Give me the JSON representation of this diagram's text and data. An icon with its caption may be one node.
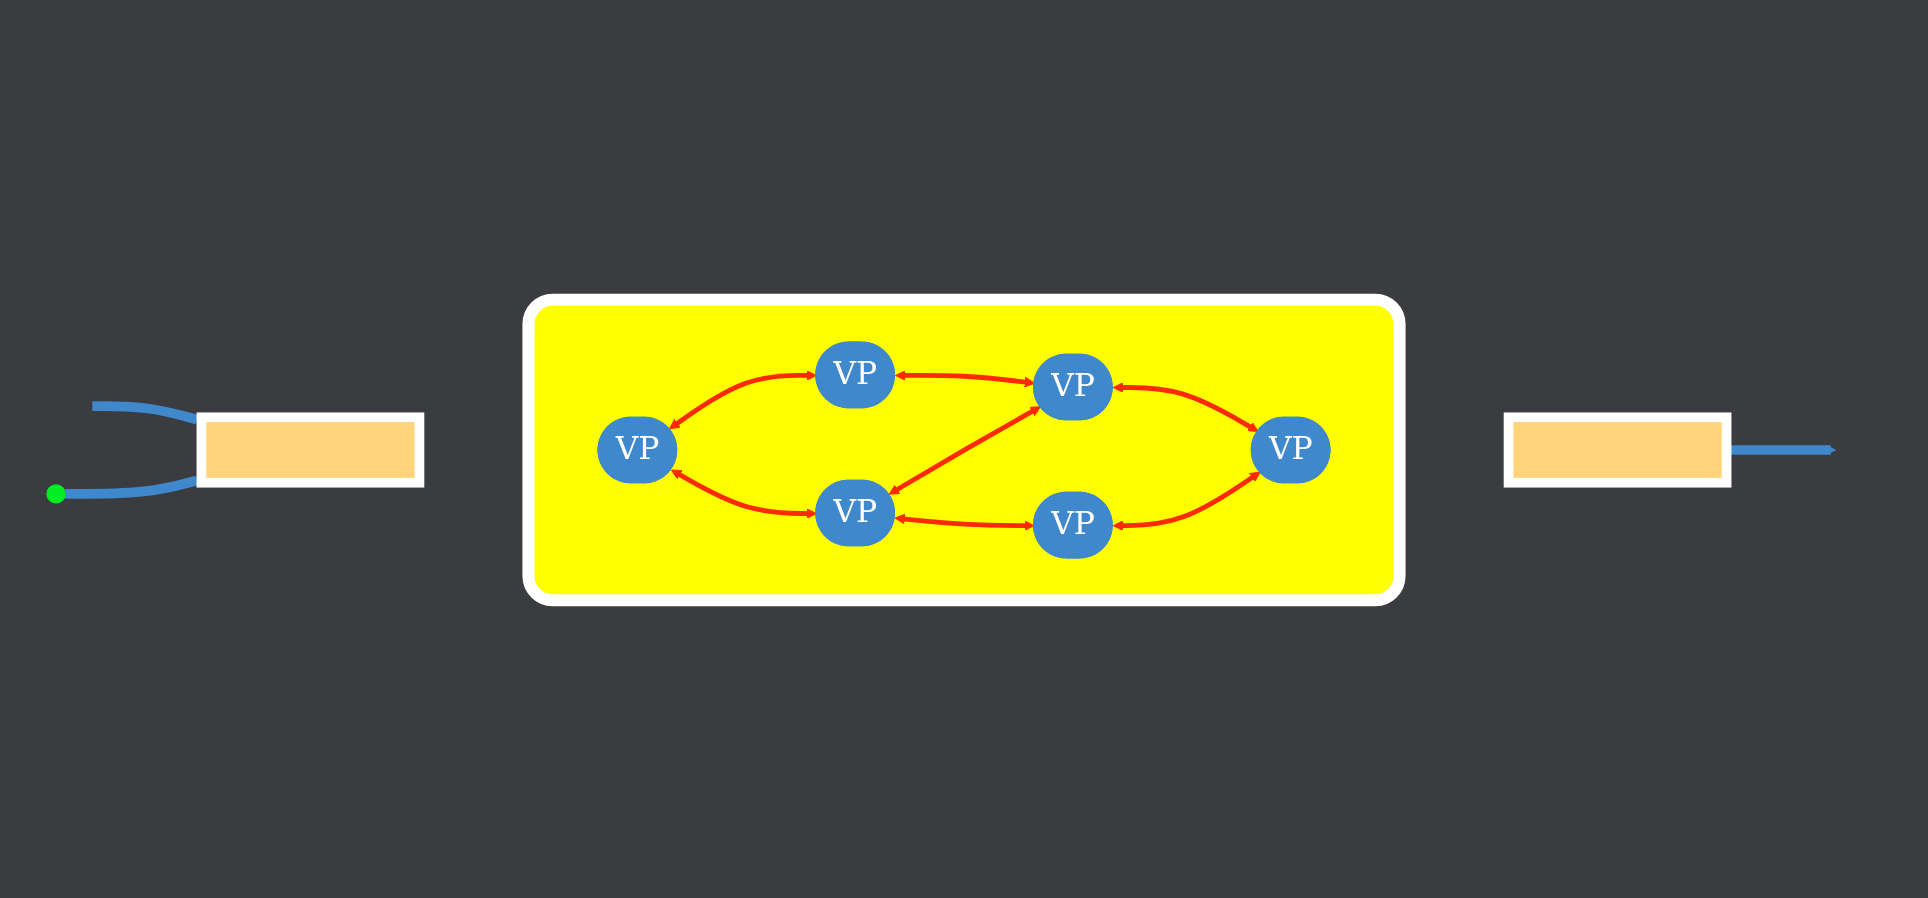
{
  "diagram": {
    "nodes": [
      {
        "text": [],
        "shape": "box"
      },
      {
        "text": [],
        "shape": "bar"
      },
      {
        "text": [
          "VP"
        ],
        "in": 0
      },
      {
        "text": [
          "VP"
        ],
        "in": 0
      },
      {
        "text": [
          "VP"
        ],
        "in": 0
      },
      {
        "text": [
          "VP"
        ],
        "in": 0
      },
      {
        "text": [
          "VP"
        ],
        "in": 0
      },
      {
        "text": [
          "VP"
        ],
        "in": 0
      },
      {
        "text": [],
        "shape": "bar"
      },
      {
        "text": [],
        "shape": "circle"
      }
    ],
    "edges": [
      {
        "from": null,
        "to": 1,
        "arrow": "to",
        "style": "thick",
        "color": "#3f88cc"
      },
      {
        "from": 9,
        "to": 1,
        "arrow": "to",
        "style": "thick",
        "color": "#3f88cc"
      },
      {
        "from": 2,
        "to": 3,
        "arrow": "both"
      },
      {
        "from": 2,
        "to": 4,
        "arrow": "both"
      },
      {
        "from": 3,
        "to": 5,
        "arrow": "both"
      },
      {
        "from": 4,
        "to": 5,
        "arrow": "both"
      },
      {
        "from": 4,
        "to": 6,
        "arrow": "both"
      },
      {
        "from": 5,
        "to": 7,
        "arrow": "both"
      },
      {
        "from": 6,
        "to": 7,
        "arrow": "both"
      },
      {
        "from": 8,
        "to": null,
        "arrow": "to",
        "style": "thick",
        "color": "#3f88cc"
      }
    ]
  }
}
